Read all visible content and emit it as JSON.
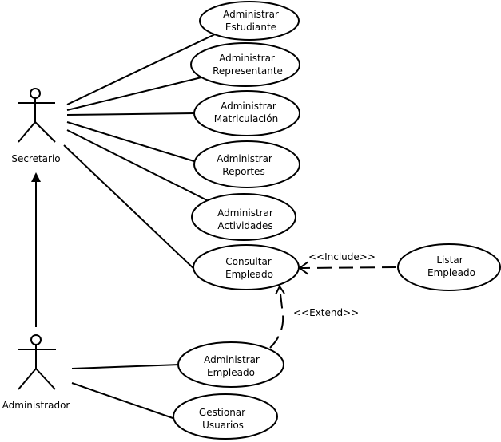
{
  "actors": {
    "secretario": {
      "label": "Secretario"
    },
    "administrador": {
      "label": "Administrador"
    }
  },
  "use_cases": {
    "administrar_estudiante": {
      "line1": "Administrar",
      "line2": "Estudiante"
    },
    "administrar_representante": {
      "line1": "Administrar",
      "line2": "Representante"
    },
    "administrar_matriculacion": {
      "line1": "Administrar",
      "line2": "Matriculación"
    },
    "administrar_reportes": {
      "line1": "Administrar",
      "line2": "Reportes"
    },
    "administrar_actividades": {
      "line1": "Administrar",
      "line2": "Actividades"
    },
    "consultar_empleado": {
      "line1": "Consultar",
      "line2": "Empleado"
    },
    "listar_empleado": {
      "line1": "Listar",
      "line2": "Empleado"
    },
    "administrar_empleado": {
      "line1": "Administrar",
      "line2": "Empleado"
    },
    "gestionar_usuarios": {
      "line1": "Gestionar",
      "line2": "Usuarios"
    }
  },
  "relations": {
    "include_label": "<<Include>>",
    "extend_label": "<<Extend>>"
  }
}
